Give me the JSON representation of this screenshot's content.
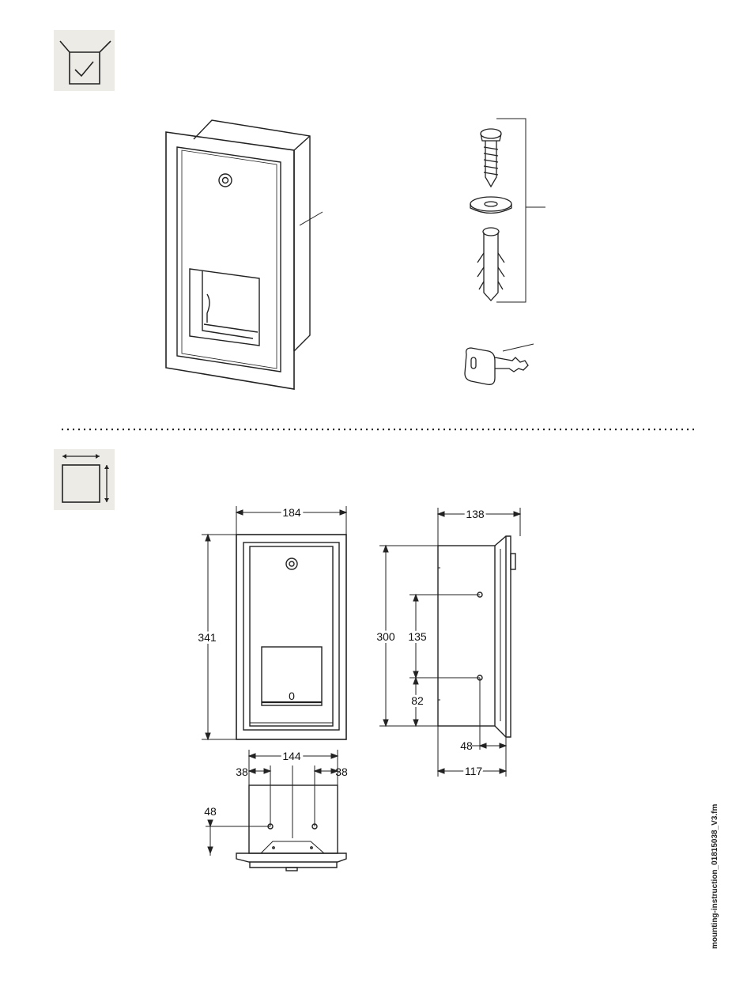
{
  "icons": {
    "scope_of_delivery": "box-check-icon",
    "dimensions": "dimension-square-icon",
    "screw": "screw-icon",
    "washer": "washer-icon",
    "wall_plug": "wall-plug-icon",
    "key": "key-icon"
  },
  "colors": {
    "icon_bg": "#ecebe6",
    "line": "#111111"
  },
  "front_view": {
    "width_label": "184",
    "height_label": "341",
    "lock_label": "0"
  },
  "side_view": {
    "depth_label": "138",
    "height_label": "300",
    "hole_spacing_label": "135",
    "hole_bottom_label": "82",
    "hole_offset_label": "48",
    "recess_depth_label": "117"
  },
  "bottom_view": {
    "width_label": "144",
    "left_offset_label": "38",
    "right_offset_label": "38",
    "hole_height_label": "48"
  },
  "footer": {
    "filename": "mounting-instruction_01815038_V3.fm"
  }
}
